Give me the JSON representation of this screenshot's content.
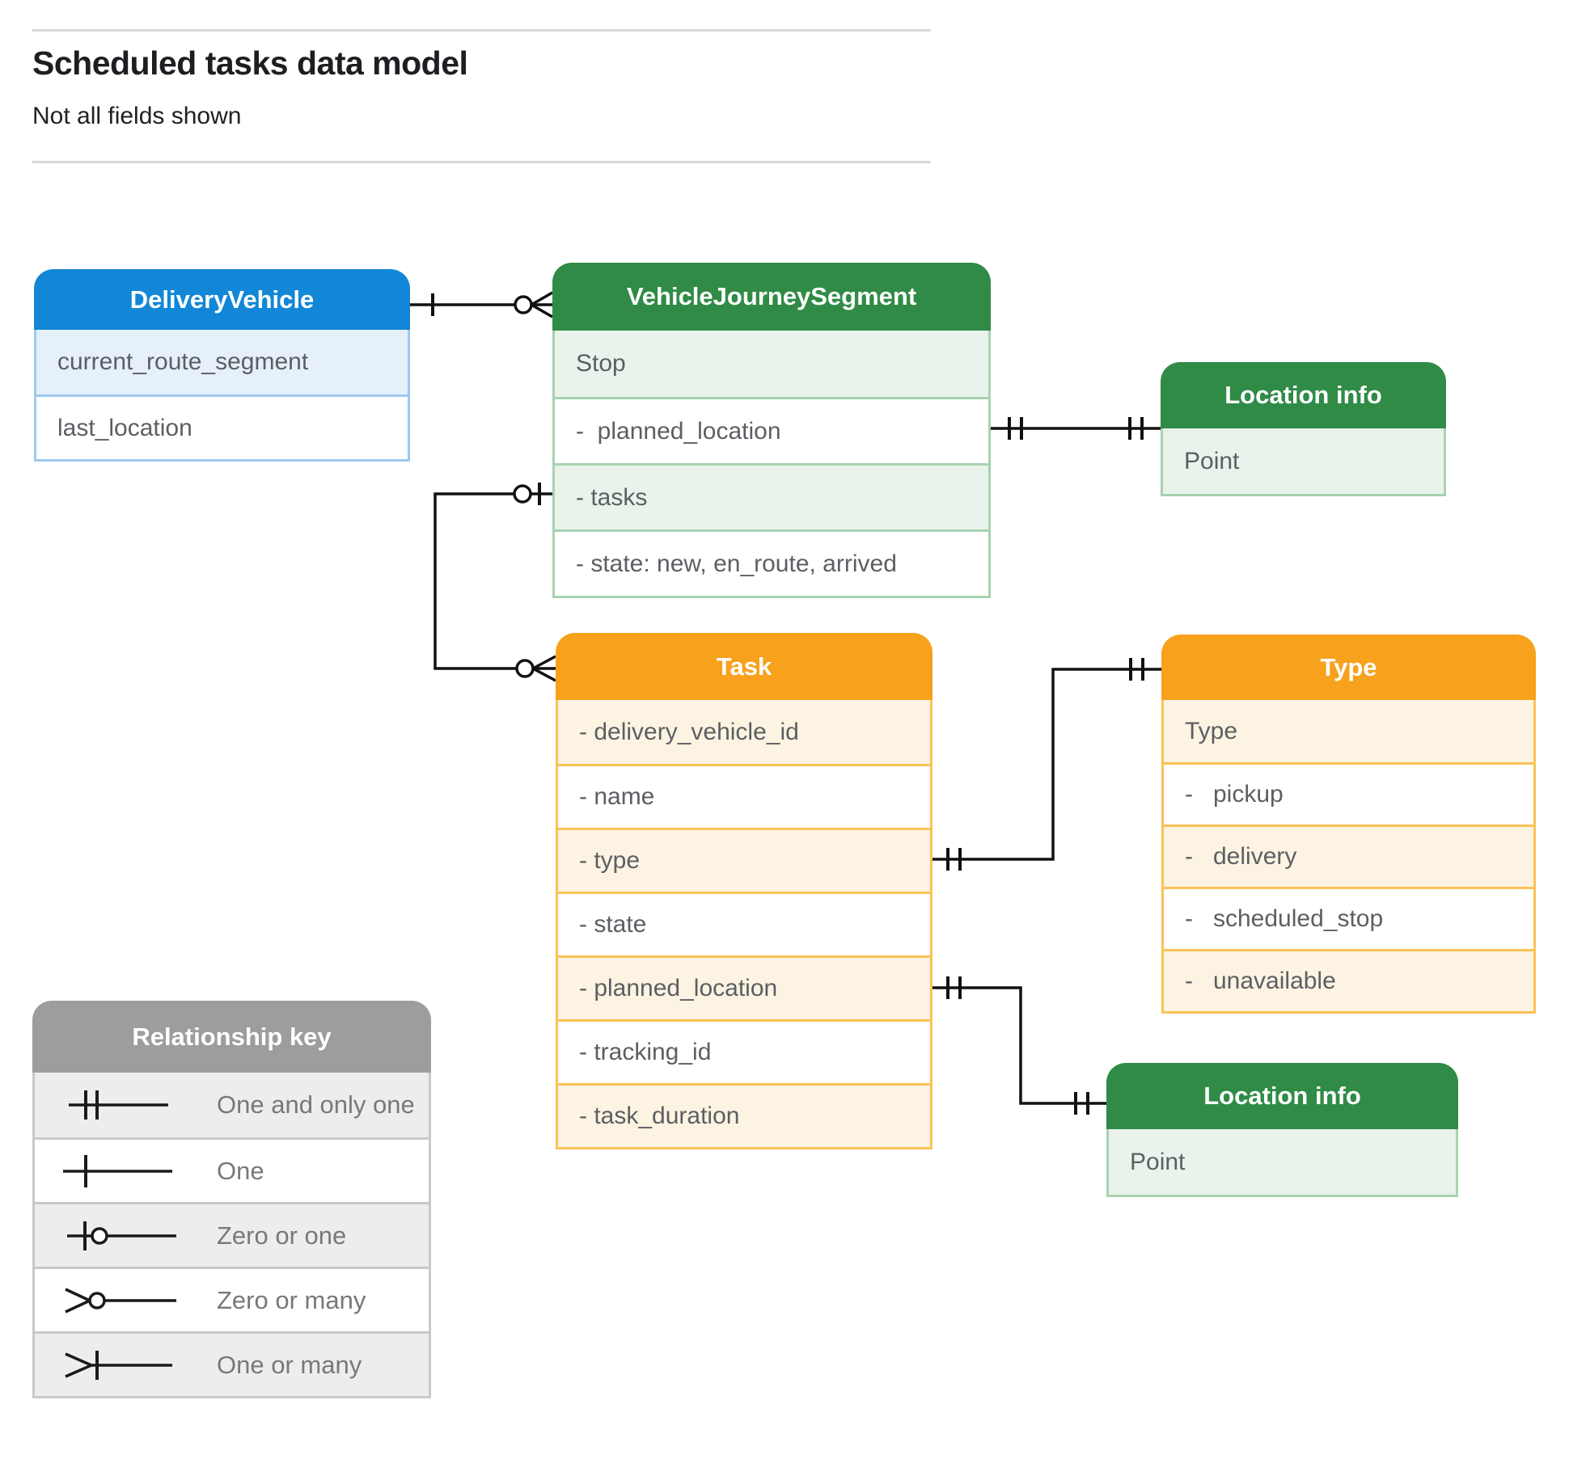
{
  "page": {
    "title": "Scheduled tasks data model",
    "subtitle": "Not all fields shown"
  },
  "colors": {
    "blue_header": "#1287d7",
    "green_header": "#2f8b46",
    "orange_header": "#f7a11c",
    "gray_header": "#9d9d9d",
    "connector_line": "#111111"
  },
  "entities": {
    "delivery_vehicle": {
      "title": "DeliveryVehicle",
      "rows": [
        "current_route_segment",
        "last_location"
      ]
    },
    "vehicle_journey_segment": {
      "title": "VehicleJourneySegment",
      "rows": [
        "Stop",
        "-  planned_location",
        "- tasks",
        "- state: new, en_route, arrived"
      ]
    },
    "location_info_top": {
      "title": "Location info",
      "rows": [
        "Point"
      ]
    },
    "task": {
      "title": "Task",
      "rows": [
        "- delivery_vehicle_id",
        "- name",
        "- type",
        "- state",
        "- planned_location",
        "- tracking_id",
        "- task_duration"
      ]
    },
    "type": {
      "title": "Type",
      "rows": [
        "Type",
        "-   pickup",
        "-   delivery",
        "-   scheduled_stop",
        "-   unavailable"
      ]
    },
    "location_info_bottom": {
      "title": "Location info",
      "rows": [
        "Point"
      ]
    }
  },
  "legend": {
    "title": "Relationship key",
    "items": [
      {
        "symbol": "one-and-only-one",
        "label": "One and only one"
      },
      {
        "symbol": "one",
        "label": "One"
      },
      {
        "symbol": "zero-or-one",
        "label": "Zero or one"
      },
      {
        "symbol": "zero-or-many",
        "label": "Zero or many"
      },
      {
        "symbol": "one-or-many",
        "label": "One or many"
      }
    ]
  },
  "relationships": [
    {
      "from": "DeliveryVehicle",
      "to": "VehicleJourneySegment",
      "from_cardinality": "one",
      "to_cardinality": "zero-or-many"
    },
    {
      "from": "VehicleJourneySegment.planned_location",
      "to": "Location info",
      "from_cardinality": "one-and-only-one",
      "to_cardinality": "one-and-only-one"
    },
    {
      "from": "VehicleJourneySegment.tasks",
      "to": "Task",
      "from_cardinality": "zero-or-one",
      "to_cardinality": "zero-or-many"
    },
    {
      "from": "Task.type",
      "to": "Type",
      "from_cardinality": "one-and-only-one",
      "to_cardinality": "one-and-only-one"
    },
    {
      "from": "Task.planned_location",
      "to": "Location info",
      "from_cardinality": "one-and-only-one",
      "to_cardinality": "one-and-only-one"
    }
  ]
}
